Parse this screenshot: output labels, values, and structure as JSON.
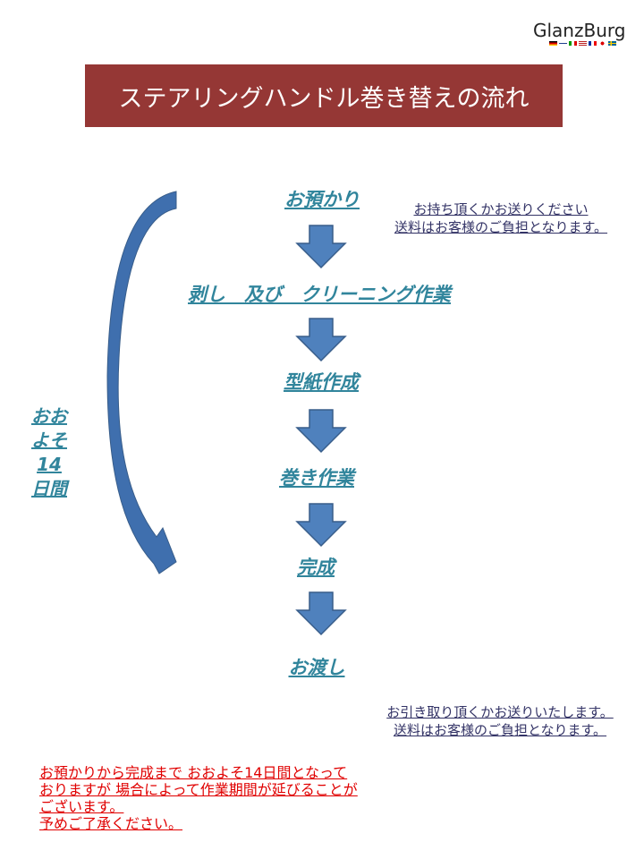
{
  "logo": {
    "text": "GlanzBurg",
    "flags": [
      "germany",
      "united-kingdom",
      "italy",
      "usa",
      "france",
      "japan",
      "sweden"
    ]
  },
  "title": "ステアリングハンドル巻き替えの流れ",
  "steps": [
    {
      "label": "お預かり"
    },
    {
      "label": "剥し　及び　クリーニング作業"
    },
    {
      "label": "型紙作成"
    },
    {
      "label": "巻き作業"
    },
    {
      "label": "完成"
    },
    {
      "label": "お渡し"
    }
  ],
  "notes": {
    "receive": [
      "お持ち頂くかお送りください",
      "送料はお客様のご負担となります。"
    ],
    "deliver": [
      "お引き取り頂くかお送りいたします。",
      "送料はお客様のご負担となります。"
    ]
  },
  "duration": {
    "lines": [
      "おお",
      "よそ",
      "14",
      "日間"
    ]
  },
  "warning": {
    "lines": [
      "お預かりから完成まで おおよそ14日間となって",
      "おりますが 場合によって作業期間が延びることが",
      "ございます。",
      "予めご了承ください。"
    ]
  },
  "colors": {
    "banner": "#953735",
    "step_text": "#31859c",
    "arrow_fill": "#4f81bd",
    "arrow_stroke": "#385d8a",
    "warning": "#e00000",
    "note": "#333366"
  }
}
